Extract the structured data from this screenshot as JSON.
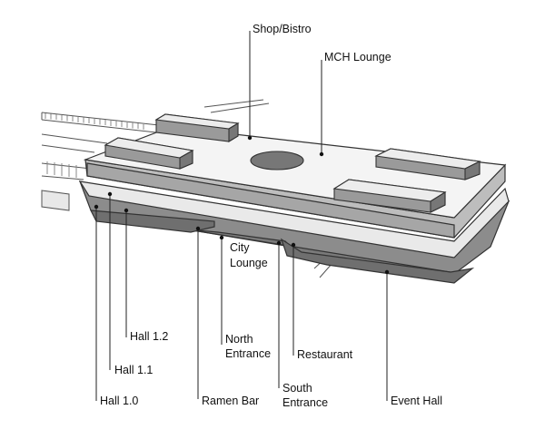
{
  "labels": {
    "shop_bistro": "Shop/Bistro",
    "mch_lounge": "MCH Lounge",
    "city_lounge_1": "City",
    "city_lounge_2": "Lounge",
    "hall_1_2": "Hall 1.2",
    "hall_1_1": "Hall 1.1",
    "hall_1_0": "Hall 1.0",
    "north_entrance_1": "North",
    "north_entrance_2": "Entrance",
    "restaurant": "Restaurant",
    "ramen_bar": "Ramen Bar",
    "south_entrance_1": "South",
    "south_entrance_2": "Entrance",
    "event_hall": "Event Hall"
  },
  "colors": {
    "roof_top": "#f4f4f4",
    "upper_side": "#bdbdbd",
    "lower_side": "#8c8c8c",
    "belly": "#7a7a7a",
    "outline": "#333333",
    "leader": "#222222"
  }
}
